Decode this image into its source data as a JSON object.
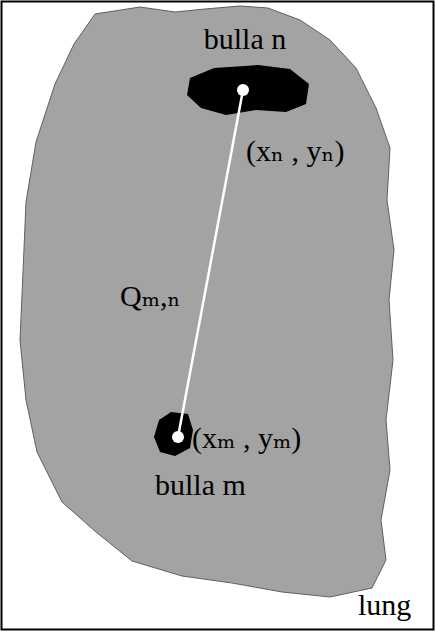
{
  "diagram": {
    "nodes": [
      {
        "text": [
          "lung"
        ]
      },
      {
        "text": [
          "bulla n",
          "(xₙ , yₙ)"
        ],
        "in": 0
      },
      {
        "text": [
          "(xₘ , yₘ)",
          "bulla m"
        ],
        "in": 0
      }
    ],
    "edges": [
      {
        "from": 1,
        "to": 2,
        "arrow": "none",
        "label": "Qₘ,ₙ"
      }
    ]
  }
}
